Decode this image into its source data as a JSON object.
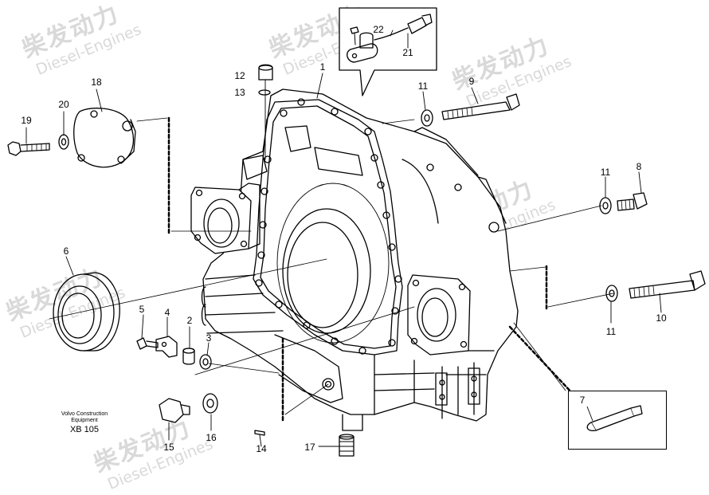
{
  "watermark": {
    "cn": "柴发动力",
    "en": "Diesel-Engines"
  },
  "caption": {
    "line1": "Volvo Construction",
    "line2": "Equipment",
    "code": "XB 105"
  },
  "callouts": [
    {
      "label": "1"
    },
    {
      "label": "2"
    },
    {
      "label": "3"
    },
    {
      "label": "4"
    },
    {
      "label": "5"
    },
    {
      "label": "6"
    },
    {
      "label": "7"
    },
    {
      "label": "8"
    },
    {
      "label": "9"
    },
    {
      "label": "10"
    },
    {
      "label": "11"
    },
    {
      "label": "11"
    },
    {
      "label": "11"
    },
    {
      "label": "12"
    },
    {
      "label": "13"
    },
    {
      "label": "14"
    },
    {
      "label": "15"
    },
    {
      "label": "16"
    },
    {
      "label": "17"
    },
    {
      "label": "18"
    },
    {
      "label": "19"
    },
    {
      "label": "20"
    },
    {
      "label": "21"
    },
    {
      "label": "22"
    }
  ],
  "colors": {
    "line": "#000000",
    "watermark": "#d9d9d9",
    "background": "#ffffff"
  }
}
